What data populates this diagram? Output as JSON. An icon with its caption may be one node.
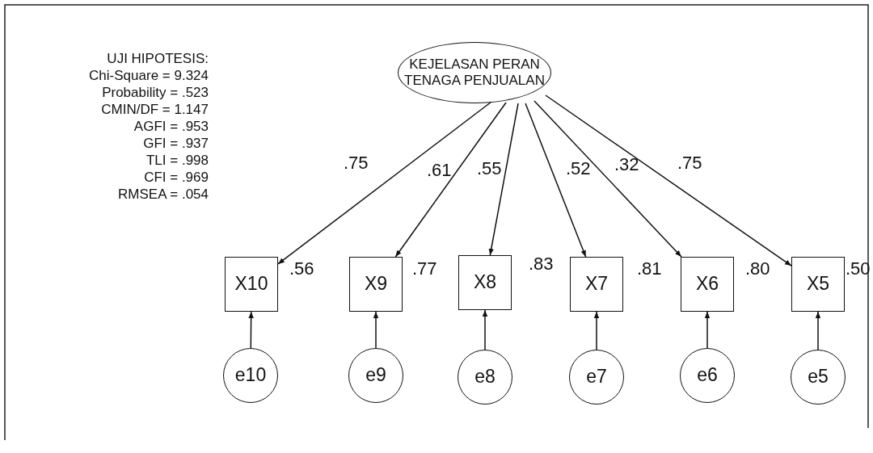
{
  "diagram": {
    "nodes": [
      {
        "text": [
          "KEJELASAN PERAN TENAGA PENJUALAN"
        ]
      },
      {
        "text": [
          "X10"
        ],
        "beside": [
          ".56"
        ]
      },
      {
        "text": [
          "X9"
        ],
        "beside": [
          ".77"
        ]
      },
      {
        "text": [
          "X8"
        ],
        "beside": [
          ".83"
        ]
      },
      {
        "text": [
          "X7"
        ],
        "beside": [
          ".81"
        ]
      },
      {
        "text": [
          "X6"
        ],
        "beside": [
          ".80"
        ]
      },
      {
        "text": [
          "X5"
        ],
        "beside": [
          ".50"
        ]
      },
      {
        "text": [
          "e10"
        ]
      },
      {
        "text": [
          "e9"
        ]
      },
      {
        "text": [
          "e8"
        ]
      },
      {
        "text": [
          "e7"
        ]
      },
      {
        "text": [
          "e6"
        ]
      },
      {
        "text": [
          "e5"
        ]
      }
    ],
    "edges": [
      {
        "from": 0,
        "to": 1,
        "arrow": "to",
        "label": ".75"
      },
      {
        "from": 0,
        "to": 2,
        "arrow": "to",
        "label": ".61"
      },
      {
        "from": 0,
        "to": 3,
        "arrow": "to",
        "label": ".55"
      },
      {
        "from": 0,
        "to": 4,
        "arrow": "to",
        "label": ".52"
      },
      {
        "from": 0,
        "to": 5,
        "arrow": "to",
        "label": ".32"
      },
      {
        "from": 0,
        "to": 6,
        "arrow": "to",
        "label": ".75"
      },
      {
        "from": 7,
        "to": 1,
        "arrow": "to"
      },
      {
        "from": 8,
        "to": 2,
        "arrow": "to"
      },
      {
        "from": 9,
        "to": 3,
        "arrow": "to"
      },
      {
        "from": 10,
        "to": 4,
        "arrow": "to"
      },
      {
        "from": 11,
        "to": 5,
        "arrow": "to"
      },
      {
        "from": 12,
        "to": 6,
        "arrow": "to"
      }
    ],
    "labels": [
      "UJI HIPOTESIS:",
      "Chi-Square = 9.324",
      "Probability = .523",
      "CMIN/DF = 1.147",
      "AGFI = .953",
      "GFI = .937",
      "TLI = .998",
      "CFI = .969",
      "RMSEA = .054"
    ]
  }
}
